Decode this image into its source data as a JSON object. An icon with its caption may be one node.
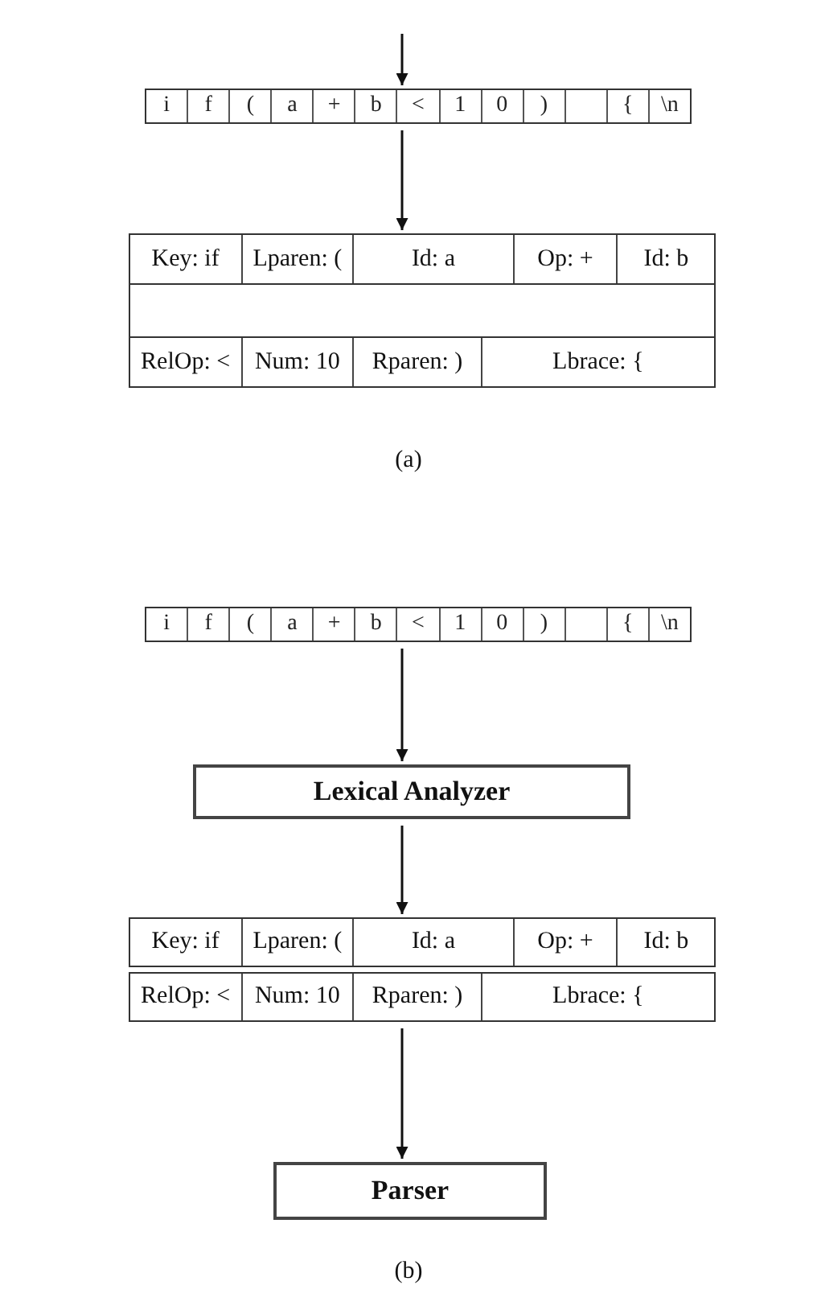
{
  "diagram": {
    "nodes": [
      {
        "text": [
          "i",
          "f",
          "(",
          "a",
          "+",
          "b",
          "<",
          "1",
          "0",
          ")",
          "{",
          "\\n"
        ]
      },
      {
        "text": [
          "Key: if",
          "Lparen: (",
          "Id: a",
          "Op: +",
          "Id: b",
          "RelOp: <",
          "Num: 10",
          "Rparen: )",
          "Lbrace: {"
        ]
      },
      {
        "text": [
          "i",
          "f",
          "(",
          "a",
          "+",
          "b",
          "<",
          "1",
          "0",
          ")",
          "{",
          "\\n"
        ]
      },
      {
        "text": [
          "Lexical Analyzer"
        ]
      },
      {
        "text": [
          "Key: if",
          "Lparen: (",
          "Id: a",
          "Op: +",
          "Id: b",
          "RelOp: <",
          "Num: 10",
          "Rparen: )",
          "Lbrace: {"
        ]
      },
      {
        "text": [
          "Parser"
        ]
      }
    ],
    "edges": [
      {
        "from": null,
        "to": 0,
        "arrow": "to"
      },
      {
        "from": 0,
        "to": 1,
        "arrow": "to"
      },
      {
        "from": 2,
        "to": 3,
        "arrow": "to"
      },
      {
        "from": 3,
        "to": 4,
        "arrow": "to"
      },
      {
        "from": 4,
        "to": 5,
        "arrow": "to"
      }
    ],
    "labels": [
      "(a)",
      "(b)"
    ]
  }
}
